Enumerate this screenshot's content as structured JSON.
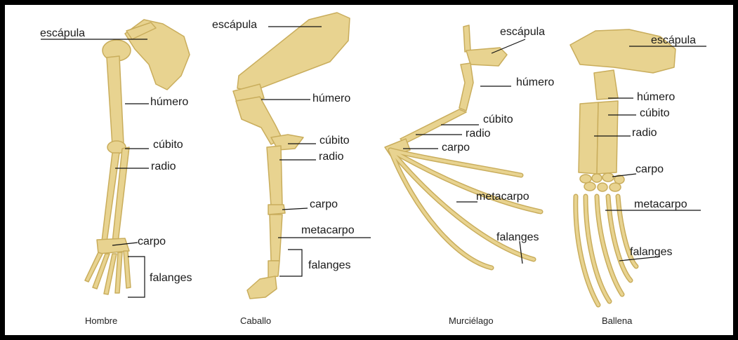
{
  "colors": {
    "bone": "#e8d390",
    "bone_dark": "#c9ad5c",
    "bone_light": "#f3e6b6",
    "line": "#111111",
    "frame": "#000000"
  },
  "panels": [
    {
      "caption": "Hombre",
      "labels": {
        "escapula": "escápula",
        "humero": "húmero",
        "cubito": "cúbito",
        "radio": "radio",
        "carpo": "carpo",
        "falanges": "falanges"
      }
    },
    {
      "caption": "Caballo",
      "labels": {
        "escapula": "escápula",
        "humero": "húmero",
        "cubito": "cúbito",
        "radio": "radio",
        "carpo": "carpo",
        "metacarpo": "metacarpo",
        "falanges": "falanges"
      }
    },
    {
      "caption": "Murciélago",
      "labels": {
        "escapula": "escápula",
        "humero": "húmero",
        "cubito": "cúbito",
        "radio": "radio",
        "carpo": "carpo",
        "metacarpo": "metacarpo",
        "falanges": "falanges"
      }
    },
    {
      "caption": "Ballena",
      "labels": {
        "escapula": "escápula",
        "humero": "húmero",
        "cubito": "cúbito",
        "radio": "radio",
        "carpo": "carpo",
        "metacarpo": "metacarpo",
        "falanges": "falanges"
      }
    }
  ]
}
